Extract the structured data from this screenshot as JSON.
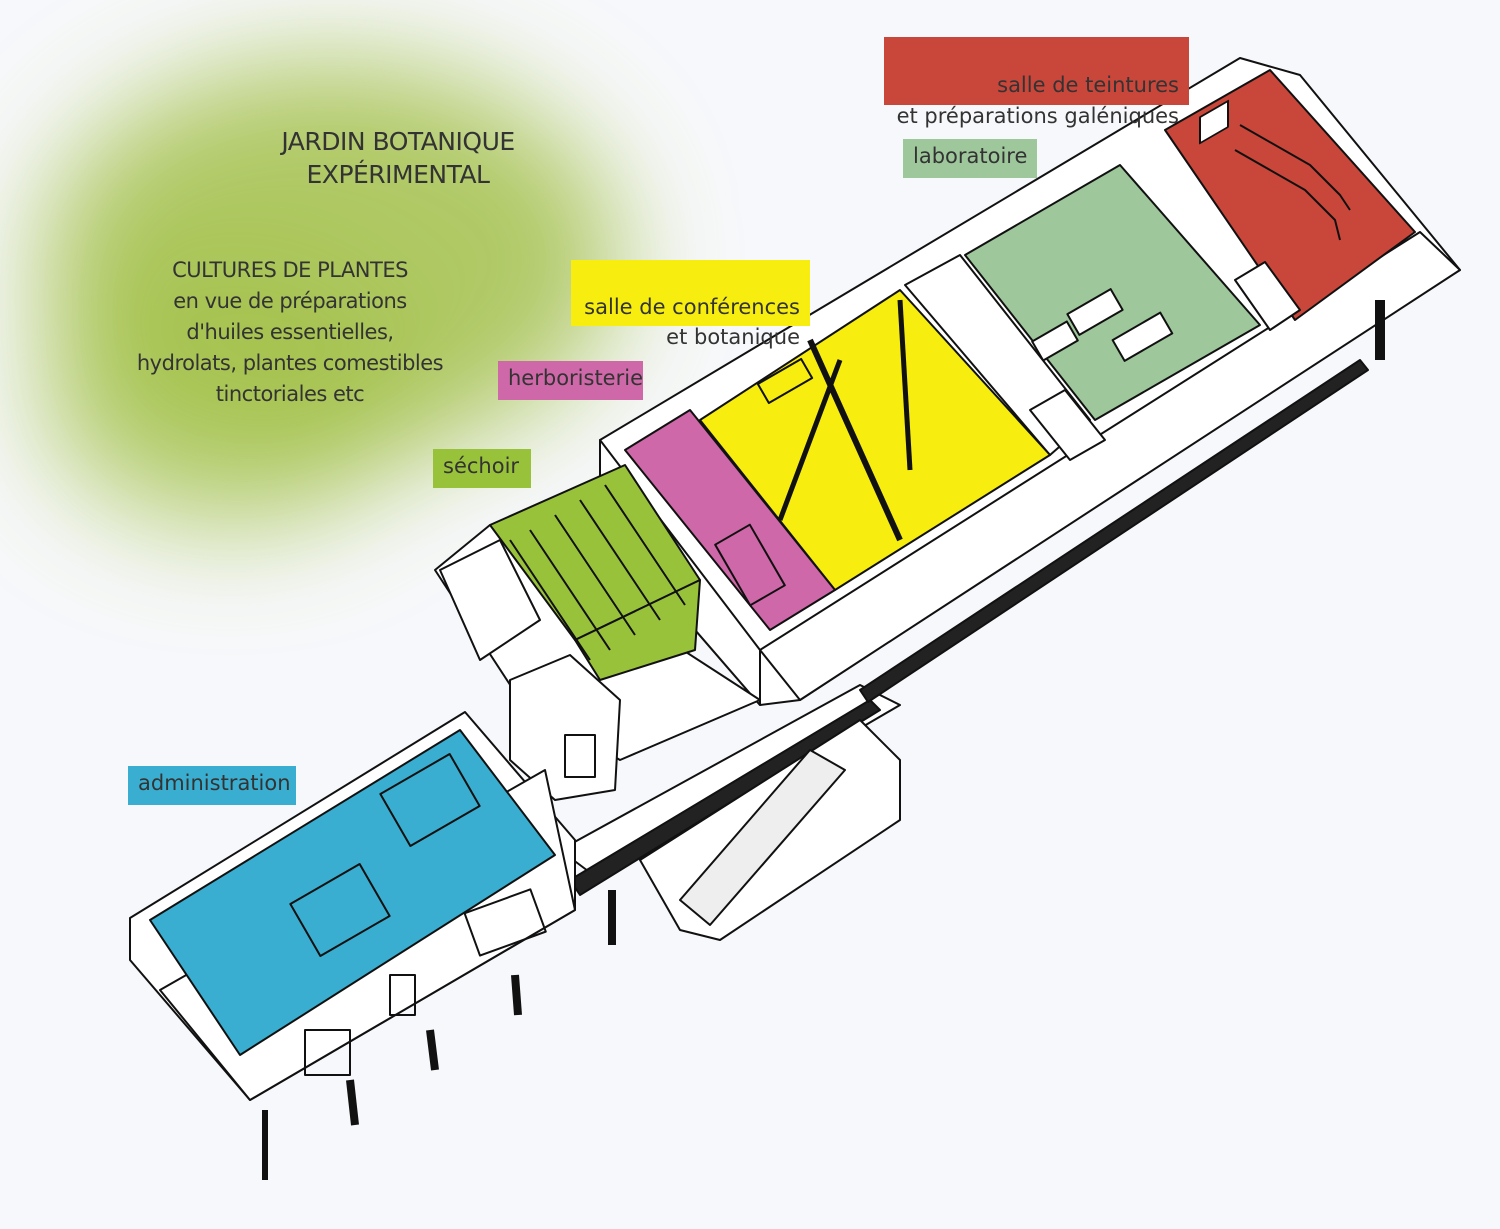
{
  "colors": {
    "background": "#f7f8fb",
    "garden_green": "#a3c14a",
    "teintures_red": "#c9463a",
    "laboratoire_green": "#9fc79c",
    "conferences_yellow": "#f7ee0f",
    "herboristerie_pink": "#cf68a8",
    "sechoir_green": "#99c23b",
    "administration_blue": "#3aaed0",
    "outline": "#111111",
    "wall": "#ffffff",
    "shadow": "#c8c8c8"
  },
  "garden": {
    "title": "JARDIN BOTANIQUE\nEXPÉRIMENTAL",
    "description": "CULTURES DE PLANTES\nen vue de préparations\nd'huiles essentielles,\nhydrolats, plantes comestibles\ntinctoriales etc"
  },
  "labels": {
    "teintures": {
      "text": "salle de teintures\net préparations galéniques",
      "color": "#c9463a"
    },
    "laboratoire": {
      "text": "laboratoire",
      "color": "#9fc79c"
    },
    "conferences": {
      "text": "salle de conférences\net botanique",
      "color": "#f7ee0f"
    },
    "herboristerie": {
      "text": "herboristerie",
      "color": "#cf68a8"
    },
    "sechoir": {
      "text": "séchoir",
      "color": "#99c23b"
    },
    "administration": {
      "text": "administration",
      "color": "#3aaed0"
    }
  }
}
